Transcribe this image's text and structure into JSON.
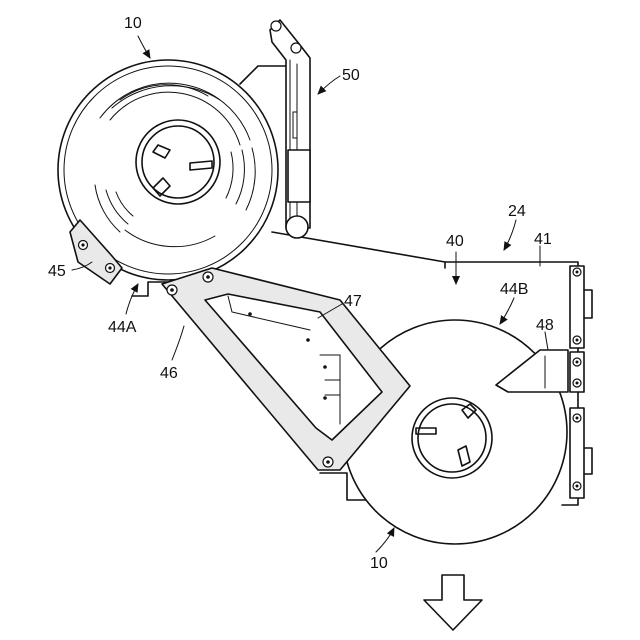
{
  "labels": {
    "roll_top": "10",
    "roll_bottom": "10",
    "arm": "50",
    "frame": "24",
    "base": "40",
    "plate": "41",
    "shoe_right": "44B",
    "shoe_left": "44A",
    "cutter": "48",
    "clamp": "45",
    "lever": "46",
    "lever_window": "47"
  }
}
